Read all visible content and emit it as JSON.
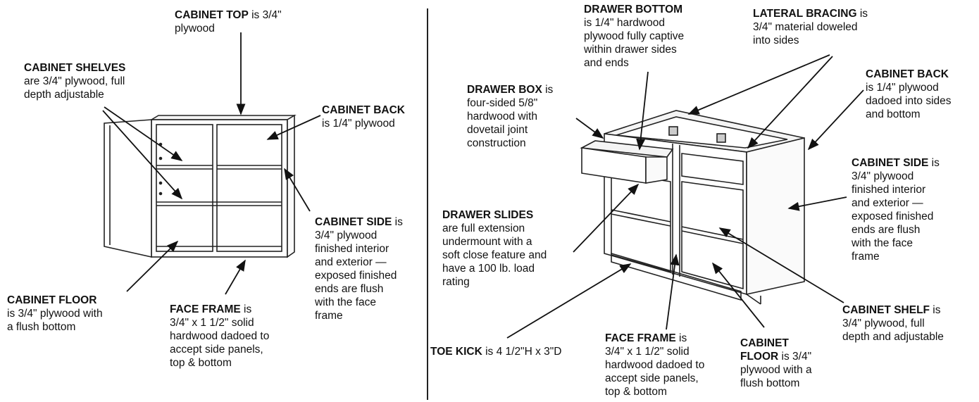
{
  "labels": {
    "wall_cabinet_top": {
      "title": "CABINET TOP",
      "rest": " is 3/4\"",
      "lines": [
        "plywood"
      ]
    },
    "wall_cabinet_shelves": {
      "title": "CABINET SHELVES",
      "lines": [
        "are 3/4\" plywood, full",
        "depth adjustable"
      ]
    },
    "wall_cabinet_back": {
      "title": "CABINET BACK",
      "lines": [
        "is 1/4\" plywood"
      ]
    },
    "wall_cabinet_side": {
      "title": "CABINET SIDE",
      "rest": " is",
      "lines": [
        "3/4\" plywood",
        "finished interior",
        "and exterior —",
        "exposed finished",
        "ends are flush",
        "with the face",
        "frame"
      ]
    },
    "wall_cabinet_floor": {
      "title": "CABINET FLOOR",
      "lines": [
        "is 3/4\" plywood with",
        "a flush bottom"
      ]
    },
    "wall_face_frame": {
      "title": "FACE FRAME",
      "rest": " is",
      "lines": [
        "3/4\" x 1 1/2\" solid",
        "hardwood dadoed to",
        "accept side panels,",
        "top & bottom"
      ]
    },
    "base_drawer_bottom": {
      "title": "DRAWER BOTTOM",
      "lines": [
        "is 1/4\" hardwood",
        "plywood fully captive",
        "within drawer sides",
        "and ends"
      ]
    },
    "base_lateral_bracing": {
      "title": "LATERAL BRACING",
      "rest": " is",
      "lines": [
        "3/4\" material doweled",
        "into sides"
      ]
    },
    "base_cabinet_back": {
      "title": "CABINET BACK",
      "lines": [
        "is 1/4\" plywood",
        "dadoed into sides",
        "and bottom"
      ]
    },
    "base_drawer_box": {
      "title": "DRAWER BOX",
      "rest": " is",
      "lines": [
        "four-sided 5/8\"",
        "hardwood with",
        "dovetail joint",
        "construction"
      ]
    },
    "base_cabinet_side": {
      "title": "CABINET SIDE",
      "rest": " is",
      "lines": [
        "3/4\" plywood",
        "finished interior",
        "and exterior —",
        "exposed finished",
        "ends are flush",
        "with the face",
        "frame"
      ]
    },
    "base_drawer_slides": {
      "title": "DRAWER SLIDES",
      "lines": [
        "are full extension",
        "undermount with a",
        "soft close feature and",
        "have a 100 lb. load",
        "rating"
      ]
    },
    "base_toe_kick": {
      "title": "TOE KICK",
      "rest": " is 4 1/2\"H x 3\"D"
    },
    "base_face_frame": {
      "title": "FACE FRAME",
      "rest": " is",
      "lines": [
        "3/4\" x 1 1/2\" solid",
        "hardwood dadoed to",
        "accept side panels,",
        "top & bottom"
      ]
    },
    "base_cabinet_floor": {
      "title": "CABINET",
      "title2": "FLOOR",
      "rest": " is 3/4\"",
      "lines": [
        "plywood with a",
        "flush bottom"
      ]
    },
    "base_cabinet_shelf": {
      "title": "CABINET SHELF",
      "rest": " is",
      "lines": [
        "3/4\" plywood, full",
        "depth and adjustable"
      ]
    }
  }
}
